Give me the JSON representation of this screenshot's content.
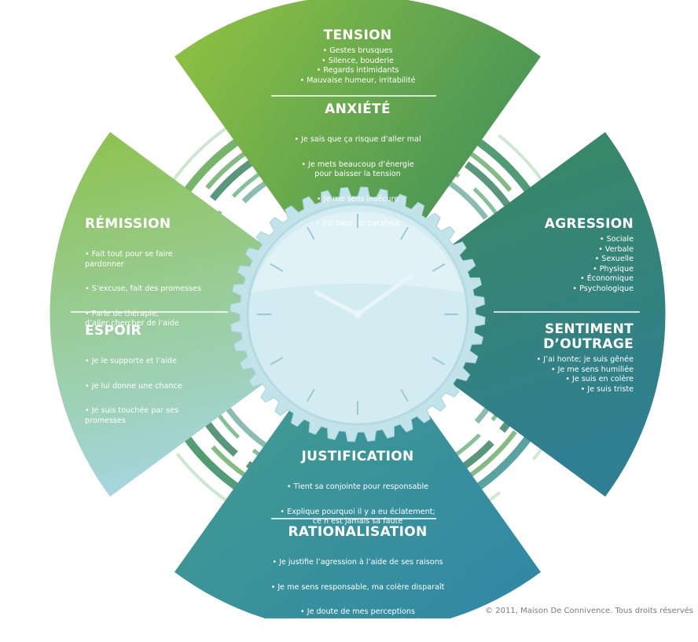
{
  "sections": {
    "tension": {
      "title": "TENSION",
      "items": [
        "Gestes brusques",
        "Silence, bouderie",
        "Regards intimidants",
        "Mauvaise humeur, irritabilité"
      ]
    },
    "anxiete": {
      "title": "ANXIÉTÉ",
      "items": [
        "Je sais que ça risque d’aller mal",
        "Je mets beaucoup d’énergie\npour baisser la tension",
        "Je me sens insécure",
        "J’ai peur, je paralyse"
      ]
    },
    "agression": {
      "title": "AGRESSION",
      "items": [
        "Sociale",
        "Verbale",
        "Sexuelle",
        "Physique",
        "Économique",
        "Psychologique"
      ]
    },
    "sentiment": {
      "title_line1": "SENTIMENT",
      "title_line2": "D’OUTRAGE",
      "items": [
        "J’ai honte; je suis gênée",
        "Je me sens humiliée",
        "Je suis en colère",
        "Je suis triste"
      ]
    },
    "justification": {
      "title": "JUSTIFICATION",
      "items": [
        "Tient sa conjointe pour responsable",
        "Explique pourquoi il y a eu éclatement;\nce n’est jamais sa faute"
      ]
    },
    "rationalisation": {
      "title": "RATIONALISATION",
      "items": [
        "Je justifie l’agression à l’aide de ses raisons",
        "Je me sens responsable, ma colère disparaît",
        "Je doute de mes perceptions\n(est-ce vraiment une agression?)"
      ]
    },
    "remission": {
      "title": "RÉMISSION",
      "items": [
        "Fait tout pour se faire\npardonner",
        "S’excuse, fait des promesses",
        "Parle de thérapie,\nd’aller chercher de l’aide"
      ]
    },
    "espoir": {
      "title": "ESPOIR",
      "items": [
        "Je le supporte et l’aide",
        "Je lui donne une chance",
        "Je suis touchée par ses\npromesses"
      ]
    }
  },
  "copyright": "© 2011, Maison De Connivence. Tous droits réservés",
  "colors": {
    "green_light": "#8dc03f",
    "green_mid": "#4e9a56",
    "teal_dark": "#2d7b7a",
    "teal_blue": "#3b8fa6",
    "light_blue": "#a9d8e0",
    "clock_face": "#cde9ef",
    "gear": "#b9dde6"
  }
}
